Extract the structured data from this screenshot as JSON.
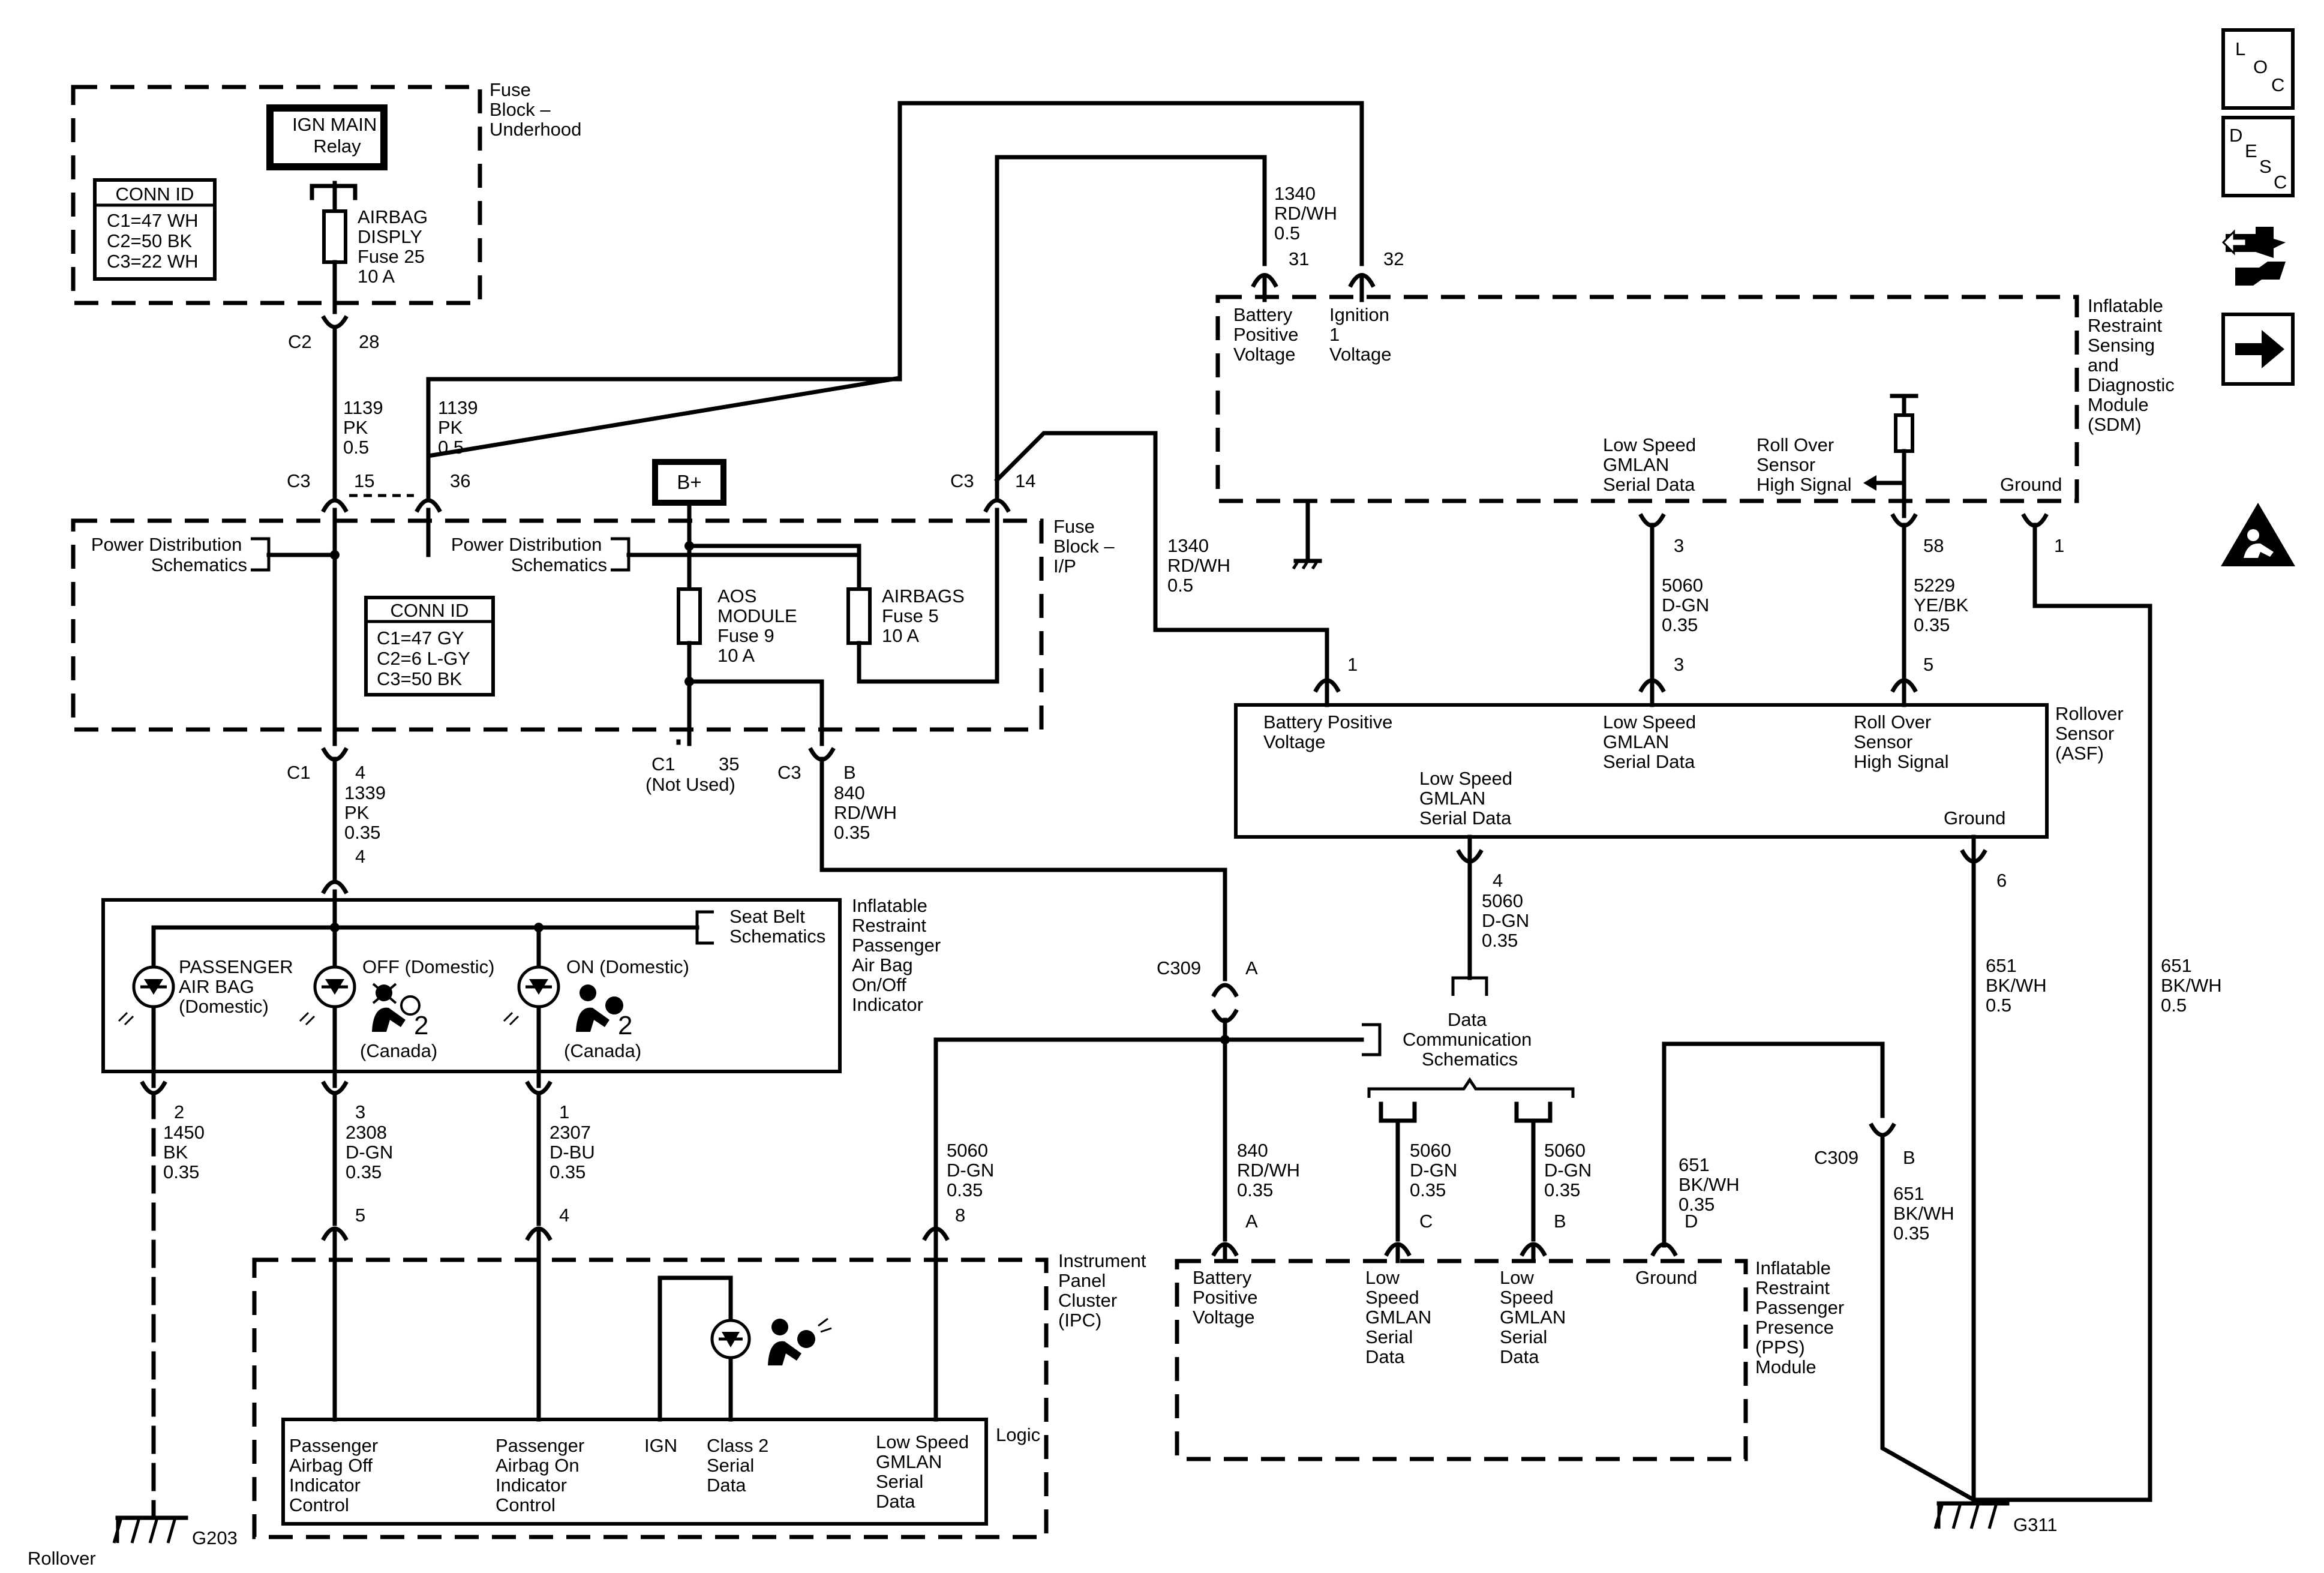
{
  "fuse_block_underhood": {
    "label": [
      "Fuse",
      "Block –",
      "Underhood"
    ],
    "relay": [
      "IGN MAIN",
      "Relay"
    ],
    "conn_id_title": "CONN ID",
    "conn_id": [
      "C1=47 WH",
      "C2=50 BK",
      "C3=22 WH"
    ],
    "fuse": [
      "AIRBAG",
      "DISPLY",
      "Fuse 25",
      "10 A"
    ]
  },
  "fuse_block_ip": {
    "label": [
      "Fuse",
      "Block –",
      "I/P"
    ],
    "conn_id_title": "CONN ID",
    "conn_id": [
      "C1=47 GY",
      "C2=6 L-GY",
      "C3=50 BK"
    ],
    "power_dist_left": [
      "Power Distribution",
      "Schematics"
    ],
    "power_dist_right": [
      "Power Distribution",
      "Schematics"
    ],
    "battery": "B+",
    "fuse_aos": [
      "AOS",
      "MODULE",
      "Fuse 9",
      "10 A"
    ],
    "fuse_airbags": [
      "AIRBAGS",
      "Fuse 5",
      "10 A"
    ],
    "c1_35_not_used": [
      "C1",
      "35",
      "(Not Used)"
    ]
  },
  "connectors": {
    "c2": "C2",
    "c2_pin": "28",
    "c3": "C3",
    "c3_pin_15": "15",
    "c3_pin_36": "36",
    "c3_right": "C3",
    "c3_right_pin": "14",
    "c1": "C1",
    "c1_pin": "4",
    "c3_b": "C3",
    "c3_b_pin": "B",
    "c309_a": "C309",
    "c309_a_pin": "A",
    "c309_b": "C309",
    "c309_b_pin": "B"
  },
  "wires": {
    "w1139_left": [
      "1139",
      "PK",
      "0.5"
    ],
    "w1139_right": [
      "1139",
      "PK",
      "0.5"
    ],
    "w1340_top": [
      "1340",
      "RD/WH",
      "0.5"
    ],
    "w1340_mid": [
      "1340",
      "RD/WH",
      "0.5"
    ],
    "w1339": [
      "1339",
      "PK",
      "0.35"
    ],
    "w840_top": [
      "840",
      "RD/WH",
      "0.35"
    ],
    "w840_bottom": [
      "840",
      "RD/WH",
      "0.35"
    ],
    "w5060_sdm": [
      "5060",
      "D-GN",
      "0.35"
    ],
    "w5229": [
      "5229",
      "YE/BK",
      "0.35"
    ],
    "w5060_asf": [
      "5060",
      "D-GN",
      "0.35"
    ],
    "w651_asf": [
      "651",
      "BK/WH",
      "0.5"
    ],
    "w651_sdm": [
      "651",
      "BK/WH",
      "0.5"
    ],
    "w1450": [
      "1450",
      "BK",
      "0.35"
    ],
    "w2308": [
      "2308",
      "D-GN",
      "0.35"
    ],
    "w2307": [
      "2307",
      "D-BU",
      "0.35"
    ],
    "w5060_ipc": [
      "5060",
      "D-GN",
      "0.35"
    ],
    "w5060_pps_c": [
      "5060",
      "D-GN",
      "0.35"
    ],
    "w5060_pps_b": [
      "5060",
      "D-GN",
      "0.35"
    ],
    "w651_pps": [
      "651",
      "BK/WH",
      "0.35"
    ],
    "w651_c309": [
      "651",
      "BK/WH",
      "0.35"
    ]
  },
  "sdm": {
    "label": [
      "Inflatable",
      "Restraint",
      "Sensing",
      "and",
      "Diagnostic",
      "Module",
      "(SDM)"
    ],
    "pin31": "31",
    "pin32": "32",
    "pin3": "3",
    "pin58": "58",
    "pin1": "1",
    "battery_voltage": [
      "Battery",
      "Positive",
      "Voltage"
    ],
    "ignition": [
      "Ignition",
      "1",
      "Voltage"
    ],
    "gmlan": [
      "Low Speed",
      "GMLAN",
      "Serial Data"
    ],
    "rollover": [
      "Roll Over",
      "Sensor",
      "High Signal"
    ],
    "ground": "Ground"
  },
  "asf": {
    "label": [
      "Rollover",
      "Sensor",
      "(ASF)"
    ],
    "pin1": "1",
    "pin3": "3",
    "pin5": "5",
    "pin4": "4",
    "pin6": "6",
    "battery_voltage": [
      "Battery Positive",
      "Voltage"
    ],
    "gmlan_top": [
      "Low Speed",
      "GMLAN",
      "Serial Data"
    ],
    "rollover": [
      "Roll Over",
      "Sensor",
      "High Signal"
    ],
    "gmlan_bottom": [
      "Low Speed",
      "GMLAN",
      "Serial Data"
    ],
    "ground": "Ground"
  },
  "indicator": {
    "label": [
      "Inflatable",
      "Restraint",
      "Passenger",
      "Air Bag",
      "On/Off",
      "Indicator"
    ],
    "seat_belt": [
      "Seat Belt",
      "Schematics"
    ],
    "pin4": "4",
    "passenger": [
      "PASSENGER",
      "AIR BAG",
      "(Domestic)"
    ],
    "off": "OFF (Domestic)",
    "on": "ON (Domestic)",
    "canada_off": "(Canada)",
    "canada_on": "(Canada)",
    "num2a": "2",
    "num2b": "2",
    "pin2": "2",
    "pin3": "3",
    "pin1": "1"
  },
  "data_comm": [
    "Data",
    "Communication",
    "Schematics"
  ],
  "ipc": {
    "label": [
      "Instrument",
      "Panel",
      "Cluster",
      "(IPC)"
    ],
    "logic": "Logic",
    "pin5": "5",
    "pin4": "4",
    "pin8": "8",
    "passenger_off": [
      "Passenger",
      "Airbag Off",
      "Indicator",
      "Control"
    ],
    "passenger_on": [
      "Passenger",
      "Airbag On",
      "Indicator",
      "Control"
    ],
    "ign": "IGN",
    "class2": [
      "Class 2",
      "Serial",
      "Data"
    ],
    "gmlan": [
      "Low Speed",
      "GMLAN",
      "Serial",
      "Data"
    ]
  },
  "pps": {
    "label": [
      "Inflatable",
      "Restraint",
      "Passenger",
      "Presence",
      "(PPS)",
      "Module"
    ],
    "pinA": "A",
    "pinC": "C",
    "pinB": "B",
    "pinD": "D",
    "battery_voltage": [
      "Battery",
      "Positive",
      "Voltage"
    ],
    "gmlan_c": [
      "Low",
      "Speed",
      "GMLAN",
      "Serial",
      "Data"
    ],
    "gmlan_b": [
      "Low",
      "Speed",
      "GMLAN",
      "Serial",
      "Data"
    ],
    "ground": "Ground"
  },
  "grounds": {
    "g203": "G203",
    "g311": "G311",
    "rollover": "Rollover"
  },
  "side_icons": {
    "loc": [
      "L",
      "O",
      "C"
    ],
    "desc": [
      "D",
      "E",
      "S",
      "C"
    ],
    "icon_names": [
      "loc-icon",
      "desc-icon",
      "connector-icon",
      "arrow-icon",
      "warning-icon"
    ]
  }
}
